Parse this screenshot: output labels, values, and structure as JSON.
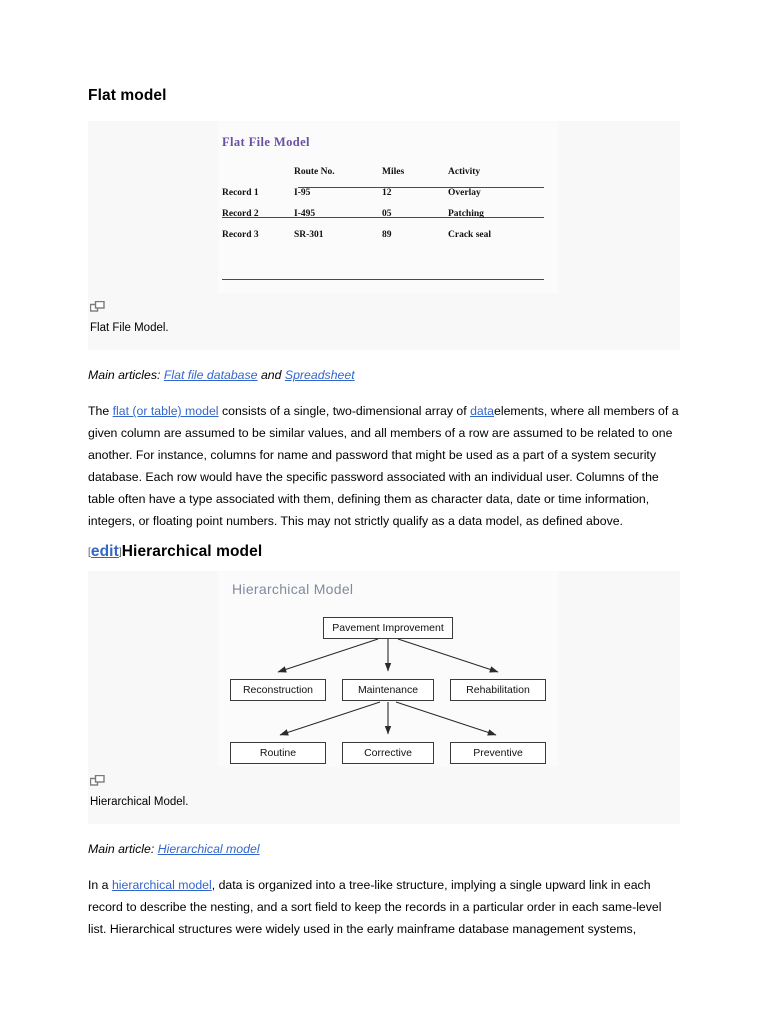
{
  "sections": [
    {
      "heading": "Flat model",
      "has_edit_link": false,
      "edit_label": "edit"
    },
    {
      "heading": "Hierarchical model",
      "has_edit_link": true,
      "edit_label": "edit"
    }
  ],
  "flat_figure": {
    "caption": "Flat File Model.",
    "enlarge_icon": "enlarge-icon",
    "image": {
      "title": "Flat File Model",
      "title_color": "#6a4fa3",
      "columns": [
        "",
        "Route No.",
        "Miles",
        "Activity"
      ],
      "rows": [
        [
          "Record 1",
          "I-95",
          "12",
          "Overlay"
        ],
        [
          "Record 2",
          "I-495",
          "05",
          "Patching"
        ],
        [
          "Record 3",
          "SR-301",
          "89",
          "Crack seal"
        ]
      ]
    }
  },
  "flat_main_articles": {
    "prefix": "Main articles:",
    "link1": "Flat file database",
    "conjunction": "and",
    "link2": "Spreadsheet"
  },
  "flat_paragraph": {
    "p1_a": "The ",
    "p1_link1": "flat (or table) model",
    "p1_b": " consists of a single, two-dimensional array of ",
    "p1_link2": "data",
    "p1_c": "elements, where all members of a given column are assumed to be similar values, and all members of a row are assumed to be related to one another. For instance, columns for name and password that might be used as a part of a system security database. Each row would have the specific password associated with an individual user. Columns of the table often have a type associated with them, defining them as character data, date or time information, integers, or floating point numbers. This may not strictly qualify as a data model, as defined above."
  },
  "hier_figure": {
    "caption": "Hierarchical Model.",
    "enlarge_icon": "enlarge-icon",
    "image": {
      "title": "Hierarchical Model",
      "title_color": "#7e8c9e",
      "root": "Pavement Improvement",
      "level2": [
        "Reconstruction",
        "Maintenance",
        "Rehabilitation"
      ],
      "level3": [
        "Routine",
        "Corrective",
        "Preventive"
      ]
    }
  },
  "hier_main_article": {
    "prefix": "Main article:",
    "link1": "Hierarchical model"
  },
  "hier_paragraph": {
    "p1_a": "In a ",
    "p1_link1": "hierarchical model",
    "p1_b": ", data is organized into a tree-like structure, implying a single upward link in each record to describe the nesting, and a sort field to keep the records in a particular order in each same-level list. Hierarchical structures were widely used in the early mainframe database management systems,"
  },
  "colors": {
    "link": "#3366cc",
    "figure_bg": "#f8f8f8",
    "image_bg": "#fbfbfb",
    "flat_title": "#6a4fa3",
    "hier_title": "#7e8c9e",
    "box_border": "#3a3a3a"
  }
}
